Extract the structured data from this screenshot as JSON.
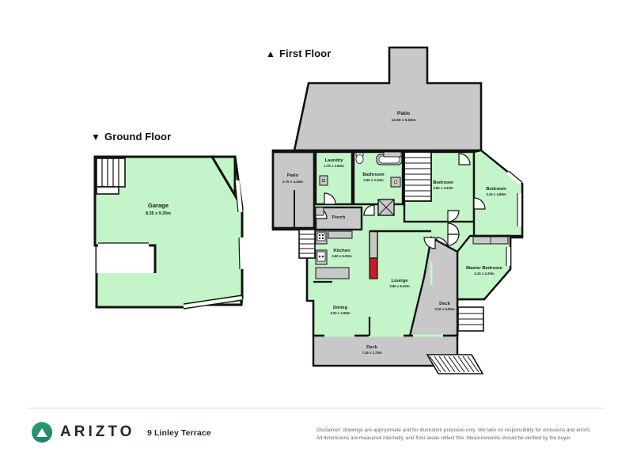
{
  "document": {
    "type": "floor-plan",
    "address": "9 Linley Terrace"
  },
  "colors": {
    "room_fill": "#c4f5c8",
    "outdoor_fill": "#c8c8c8",
    "wall": "#111111",
    "fireplace": "#c0202a",
    "brand_green": "#2e9e78",
    "text": "#1b1b1b",
    "disclaimer_text": "#5b6a70",
    "background": "#ffffff"
  },
  "floors": {
    "ground": {
      "label": "Ground Floor",
      "marker": "▼",
      "marker_name": "triangle-down-icon"
    },
    "first": {
      "label": "First Floor",
      "marker": "▲",
      "marker_name": "triangle-up-icon"
    }
  },
  "rooms": {
    "garage": {
      "name": "Garage",
      "dim": "8.35 x 9.30m",
      "floor": "ground",
      "kind": "interior"
    },
    "patio_top": {
      "name": "Patio",
      "dim": "12.65 x 6.55m",
      "floor": "first",
      "kind": "outdoor"
    },
    "patio_left": {
      "name": "Patio",
      "dim": "2.70 x 4.25m",
      "floor": "first",
      "kind": "outdoor"
    },
    "laundry": {
      "name": "Laundry",
      "dim": "1.75 x 2.60m",
      "floor": "first",
      "kind": "interior"
    },
    "bathroom": {
      "name": "Bathroom",
      "dim": "2.90 x 3.30m",
      "floor": "first",
      "kind": "interior"
    },
    "porch": {
      "name": "Porch",
      "dim": "",
      "floor": "first",
      "kind": "outdoor"
    },
    "bedroom_2": {
      "name": "Bedroom",
      "dim": "3.60 x 3.30m",
      "floor": "first",
      "kind": "interior"
    },
    "bedroom_3": {
      "name": "Bedroom",
      "dim": "3.15 x 4.85m",
      "floor": "first",
      "kind": "interior"
    },
    "master_bedroom": {
      "name": "Master Bedroom",
      "dim": "4.15 x 4.30m",
      "floor": "first",
      "kind": "interior"
    },
    "kitchen": {
      "name": "Kitchen",
      "dim": "3.60 x 5.00m",
      "floor": "first",
      "kind": "interior"
    },
    "lounge": {
      "name": "Lounge",
      "dim": "3.85 x 6.30m",
      "floor": "first",
      "kind": "interior"
    },
    "dining": {
      "name": "Dining",
      "dim": "3.00 x 2.85m",
      "floor": "first",
      "kind": "interior"
    },
    "deck_side": {
      "name": "Deck",
      "dim": "3.20 x 5.90m",
      "floor": "first",
      "kind": "outdoor"
    },
    "deck_front": {
      "name": "Deck",
      "dim": "7.15 x 1.70m",
      "floor": "first",
      "kind": "outdoor"
    }
  },
  "footer": {
    "brand": "ARIZTO",
    "brand_mark_name": "arizto-mountain-logo",
    "address": "9 Linley Terrace",
    "disclaimer_line1": "Disclaimer: drawings are approximate and for illustration purposes only. We take no responsibility for omissions and errors.",
    "disclaimer_line2": "All dimensions are measured internally, and floor areas reflect this. Measurements should be verified by the buyer."
  }
}
